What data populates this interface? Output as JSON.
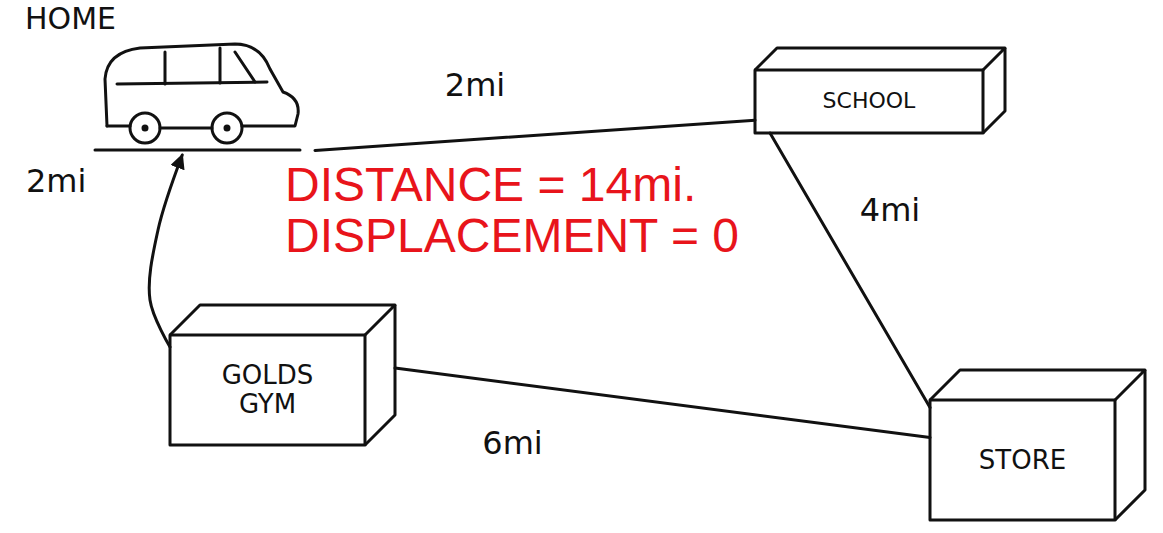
{
  "diagram": {
    "nodes": [
      {
        "text": [
          "HOME"
        ]
      },
      {
        "text": [
          "SCHOOL"
        ]
      },
      {
        "text": [
          "GOLDS GYM"
        ]
      },
      {
        "text": [
          "STORE"
        ]
      }
    ],
    "edges": [
      {
        "from": 0,
        "to": 1,
        "arrow": "none",
        "label": "2mi"
      },
      {
        "from": 1,
        "to": 3,
        "arrow": "none",
        "label": "4mi"
      },
      {
        "from": 3,
        "to": 2,
        "arrow": "none",
        "label": "6mi"
      },
      {
        "from": 2,
        "to": 0,
        "arrow": "to",
        "label": "2mi"
      }
    ],
    "labels": [
      "DISTANCE = 14mi.",
      "DISPLACEMENT = 0"
    ]
  }
}
